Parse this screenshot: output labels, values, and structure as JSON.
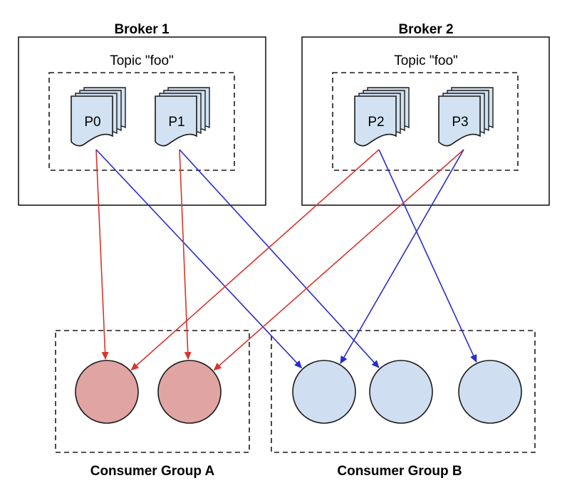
{
  "brokers": [
    {
      "title": "Broker 1",
      "topic": "Topic \"foo\"",
      "partitions": [
        "P0",
        "P1"
      ]
    },
    {
      "title": "Broker 2",
      "topic": "Topic \"foo\"",
      "partitions": [
        "P2",
        "P3"
      ]
    }
  ],
  "groups": [
    {
      "title": "Consumer Group A",
      "consumers": 2,
      "color": "#e0a4a2"
    },
    {
      "title": "Consumer Group B",
      "consumers": 3,
      "color": "#cfdef0"
    }
  ],
  "assignments": [
    {
      "from": "P0",
      "group": "Consumer Group A",
      "consumer": 1,
      "color": "#d9342e"
    },
    {
      "from": "P0",
      "group": "Consumer Group B",
      "consumer": 1,
      "color": "#2a2cc8"
    },
    {
      "from": "P1",
      "group": "Consumer Group A",
      "consumer": 2,
      "color": "#d9342e"
    },
    {
      "from": "P1",
      "group": "Consumer Group B",
      "consumer": 2,
      "color": "#2a2cc8"
    },
    {
      "from": "P2",
      "group": "Consumer Group A",
      "consumer": 1,
      "color": "#d9342e"
    },
    {
      "from": "P2",
      "group": "Consumer Group B",
      "consumer": 3,
      "color": "#2a2cc8"
    },
    {
      "from": "P3",
      "group": "Consumer Group A",
      "consumer": 2,
      "color": "#d9342e"
    },
    {
      "from": "P3",
      "group": "Consumer Group B",
      "consumer": 1,
      "color": "#2a2cc8"
    }
  ],
  "colors": {
    "partition_fill": "#d2e2f2",
    "outline": "#1a1a1a"
  }
}
